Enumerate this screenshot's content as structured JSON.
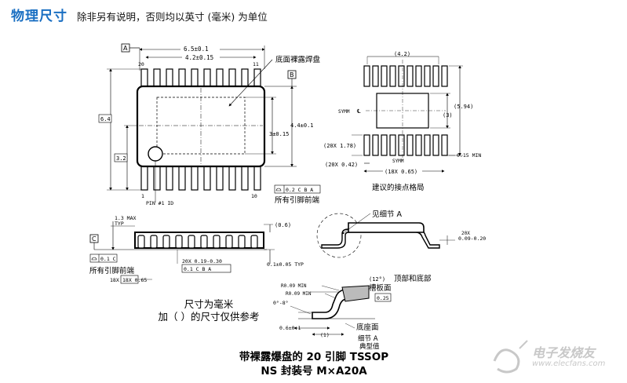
{
  "header": {
    "title": "物理尺寸",
    "note": "除非另有说明，否则均以英寸 (毫米) 为单位"
  },
  "top_view": {
    "datum_a": "A",
    "datum_b": "B",
    "width_outer": "6.5±0.1",
    "width_inner": "4.2±0.15",
    "pin_20": "20",
    "pin_11": "11",
    "pin_1": "1",
    "pin_10": "10",
    "exposed_pad_label": "底面裸露焊盘",
    "height_total": "6.4",
    "height_half": "3.2",
    "body_height": "4.4±0.1",
    "pad_height": "3±0.15",
    "pin1_id": "PIN #1 ID",
    "tolerance_frame": "0.2 C B A",
    "all_leads_tips": "所有引脚前端"
  },
  "land_pattern": {
    "top_dim": "(4.2)",
    "total_height": "(5.94)",
    "pad_height": "(3)",
    "symm": "SYMM",
    "pad_count_width": "(20X 1.78)",
    "pad_width": "(20X 0.42)",
    "pitch": "(18X 0.65)",
    "min_space": "0.15 MIN",
    "symm_bottom": "SYMM",
    "label": "建议的接点格局"
  },
  "side_view": {
    "max_height": "1.3 MAX",
    "typ": "TYP",
    "datum_c": "C",
    "standoff": "(0.6)",
    "tol_frame": "0.1 C",
    "lead_width": "20X 0.19-0.30",
    "lead_tol": "0.1 C B A",
    "coplanarity": "0.1±0.05 TYP",
    "pitch": "18X 0.65",
    "all_leads_tips": "所有引脚前端"
  },
  "detail": {
    "see_detail": "见细节 A",
    "lead_count_thick": "20X",
    "thickness": "0.09-0.20",
    "angle_top": "(12°)",
    "top_and_bottom": "顶部和底部",
    "r1": "R0.09 MIN",
    "r2": "R0.09 MIN",
    "gauge_plane": "槽板面",
    "gauge_value": "0.25",
    "angle": "0°-8°",
    "foot": "0.6±0.1",
    "foot_len": "(1)",
    "seating_plane": "底座面",
    "detail_a": "细节 A",
    "typical": "典型值"
  },
  "units_note": {
    "line1": "尺寸为毫米",
    "line2": "加（ ）的尺寸仅供参考"
  },
  "caption": {
    "line1": "带裸露爆盘的 20 引脚 TSSOP",
    "line2": "NS 封装号 M×A20A"
  },
  "watermark": {
    "brand": "电子发烧友",
    "url": "www.elecfans.com"
  },
  "colors": {
    "title": "#1a6fc2",
    "watermark": "#c8c8c8"
  }
}
